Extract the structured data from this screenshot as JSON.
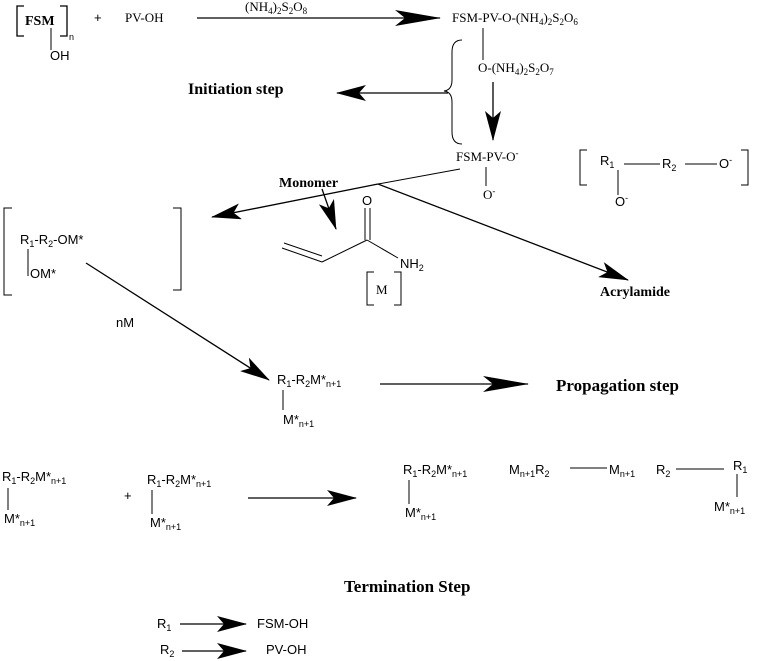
{
  "reactants": {
    "fsm": "FSM",
    "n": "n",
    "oh": "OH",
    "plus": "+",
    "pvoh": "PV-OH",
    "reagent_pre": "(NH",
    "reagent_s1": "4",
    "reagent_mid": ")",
    "reagent_s2": "2",
    "reagent_s": "S",
    "reagent_s3": "2",
    "reagent_o": "O",
    "reagent_s4": "8"
  },
  "intermediates": {
    "i1_a": "FSM-PV-O-(NH",
    "i1_s1": "4",
    "i1_b": ")",
    "i1_s2": "2",
    "i1_c": "S",
    "i1_s3": "2",
    "i1_d": "O",
    "i1_s4": "6",
    "i2_a": "O-(NH",
    "i2_s1": "4",
    "i2_b": ")",
    "i2_s2": "2",
    "i2_c": "S",
    "i2_s3": "2",
    "i2_d": "O",
    "i2_s4": "7",
    "radical_a": "FSM-PV-O",
    "radical_sup": "-",
    "radical_o": "O",
    "radical_o_sup": "-"
  },
  "general": {
    "r": "R",
    "r1_sub": "1",
    "r2_sub": "2",
    "o": "O",
    "sup": "-"
  },
  "labels": {
    "initiation": "Initiation step",
    "monomer": "Monomer",
    "acrylamide": "Acrylamide",
    "propagation": "Propagation step",
    "termination": "Termination Step",
    "nm": "nM",
    "m_bracket": "M",
    "o_atom": "O",
    "nh2": "NH",
    "nh2_sub": "2"
  },
  "radicals": {
    "r1r2om_a": "R",
    "r1r2om_s1": "1",
    "r1r2om_b": "-R",
    "r1r2om_s2": "2",
    "r1r2om_c": "-OM*",
    "om": "OM*"
  },
  "propagation": {
    "a": "R",
    "s1": "1",
    "b": "-R",
    "s2": "2",
    "c": "M*",
    "s3": "n+1",
    "m": "M*",
    "ms": "n+1"
  },
  "termination": {
    "m_n1": "M",
    "m_n1_sub": "n+1",
    "r2": "R",
    "r2_sub": "2",
    "mn1b": "M",
    "mn1b_sub": "n+1",
    "r2b": "R",
    "r2b_sub": "2",
    "r1": "R",
    "r1_sub": "1",
    "mstar": "M*",
    "mstar_sub": "n+1"
  },
  "legend": [
    {
      "r": "R",
      "sub": "1",
      "value": "FSM-OH"
    },
    {
      "r": "R",
      "sub": "2",
      "value": "PV-OH"
    }
  ]
}
